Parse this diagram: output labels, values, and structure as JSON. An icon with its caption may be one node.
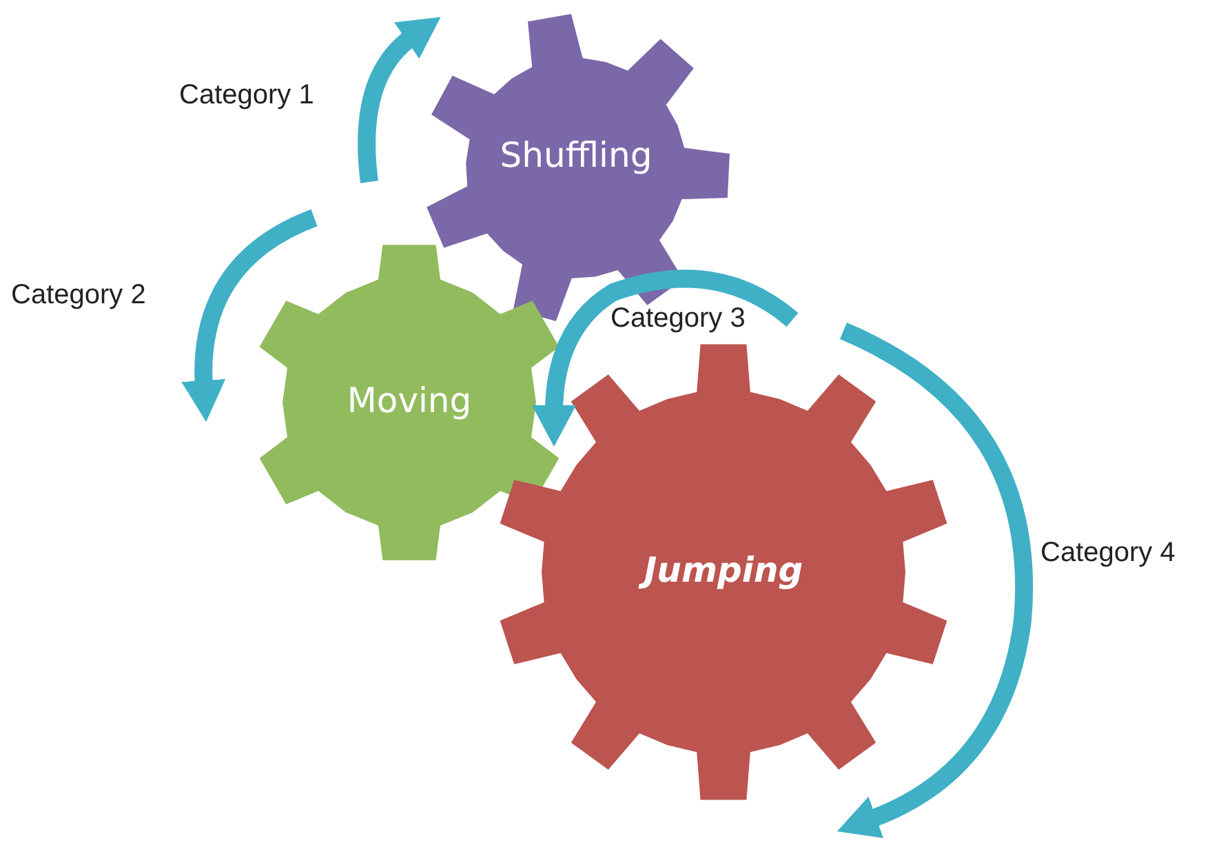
{
  "diagram": {
    "nodes": [
      {
        "text": [
          "Shuffling"
        ]
      },
      {
        "text": [
          "Moving"
        ]
      },
      {
        "text": [
          "Jumping"
        ]
      }
    ],
    "labels": [
      "Category 1",
      "Category 2",
      "Category 3",
      "Category 4"
    ]
  }
}
